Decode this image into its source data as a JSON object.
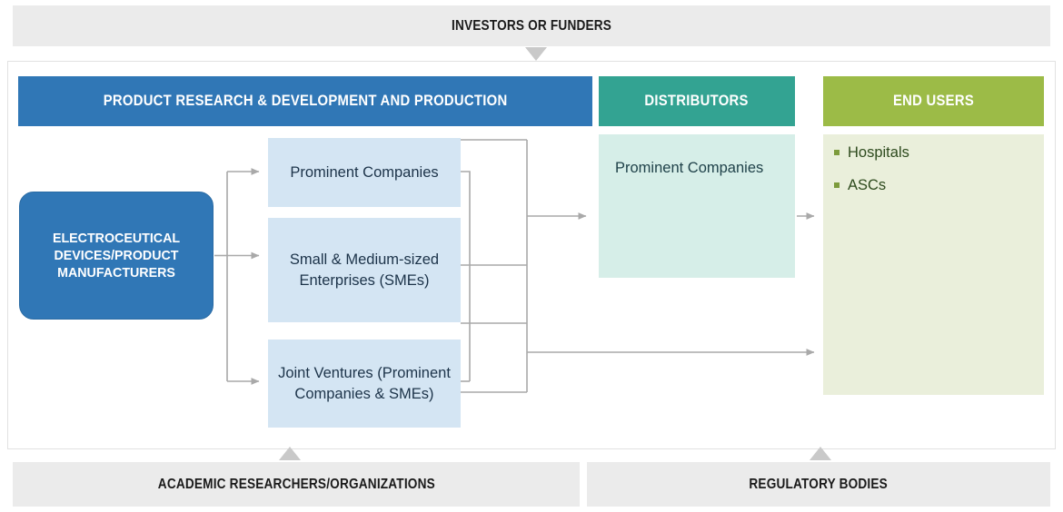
{
  "bands": {
    "top": {
      "label": "INVESTORS OR FUNDERS"
    },
    "bottom_left": {
      "label": "ACADEMIC RESEARCHERS/ORGANIZATIONS"
    },
    "bottom_right": {
      "label": "REGULATORY BODIES"
    }
  },
  "columns": {
    "rd": {
      "header": "PRODUCT RESEARCH & DEVELOPMENT AND PRODUCTION",
      "header_color": "#3077b6",
      "source_box": "ELECTROCEUTICAL DEVICES/PRODUCT MANUFACTURERS",
      "source_box_color": "#3077b6",
      "boxes": [
        {
          "label": "Prominent Companies"
        },
        {
          "label": "Small & Medium-sized Enterprises (SMEs)"
        },
        {
          "label": "Joint Ventures (Prominent Companies & SMEs)"
        }
      ],
      "box_color": "#d4e5f3"
    },
    "distributors": {
      "header": "DISTRIBUTORS",
      "header_color": "#33a392",
      "panel_color": "#d6eee8",
      "label": "Prominent Companies"
    },
    "end_users": {
      "header": "END USERS",
      "header_color": "#9cbb47",
      "panel_color": "#eaefdb",
      "items": [
        {
          "label": "Hospitals"
        },
        {
          "label": "ASCs"
        }
      ]
    }
  },
  "connector_color": "#a9a9a9",
  "band_color": "#ebebeb",
  "marker_color": "#c9c9c9"
}
